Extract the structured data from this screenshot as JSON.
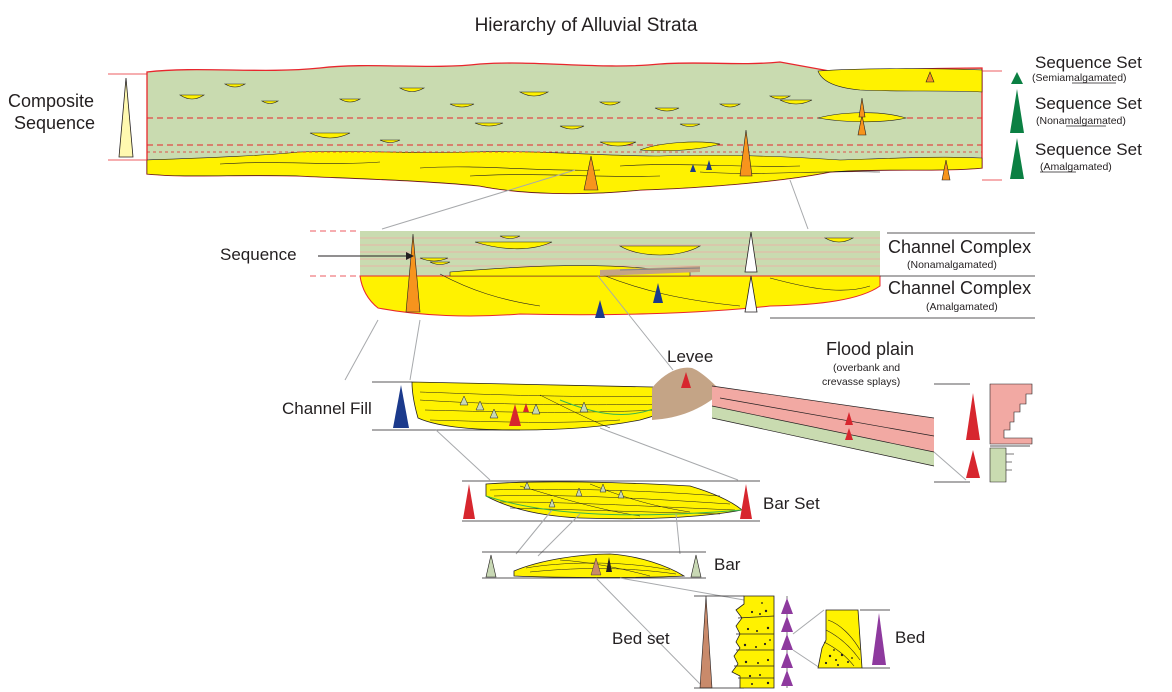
{
  "title": "Hierarchy of Alluvial Strata",
  "colors": {
    "sand": "#fff200",
    "floodplain_green": "#c9dbb0",
    "floodplain_pink": "#f2a9a3",
    "levee_brown": "#c4a486",
    "boundary_red": "#e8262d",
    "guide_gray": "#a7a9ac",
    "seq_set_green": "#0b8043",
    "sequence_orange": "#f7941d",
    "channel_fill_blue": "#1b3a8c",
    "bar_set_red": "#d7262e",
    "bar_green": "#c8d8b4",
    "bedset_brown": "#c98a6b",
    "bed_purple": "#8e3a9e",
    "composite_cream": "#fff9b0"
  },
  "labels": {
    "composite_sequence": [
      "Composite",
      "Sequence"
    ],
    "sequence_set_1": {
      "name": "Sequence Set",
      "qualifier": "(Semiamalgamated)"
    },
    "sequence_set_2": {
      "name": "Sequence Set",
      "qualifier": "(Nonamalgamated)"
    },
    "sequence_set_3": {
      "name": "Sequence Set",
      "qualifier": "(Amalgamated)"
    },
    "sequence": "Sequence",
    "channel_complex_1": {
      "name": "Channel Complex",
      "qualifier": "(Nonamalgamated)"
    },
    "channel_complex_2": {
      "name": "Channel Complex",
      "qualifier": "(Amalgamated)"
    },
    "levee": "Levee",
    "flood_plain": {
      "name": "Flood plain",
      "detail": [
        "(overbank and",
        "crevasse splays)"
      ]
    },
    "channel_fill": "Channel Fill",
    "bar_set": "Bar Set",
    "bar": "Bar",
    "bed_set": "Bed set",
    "bed": "Bed"
  }
}
